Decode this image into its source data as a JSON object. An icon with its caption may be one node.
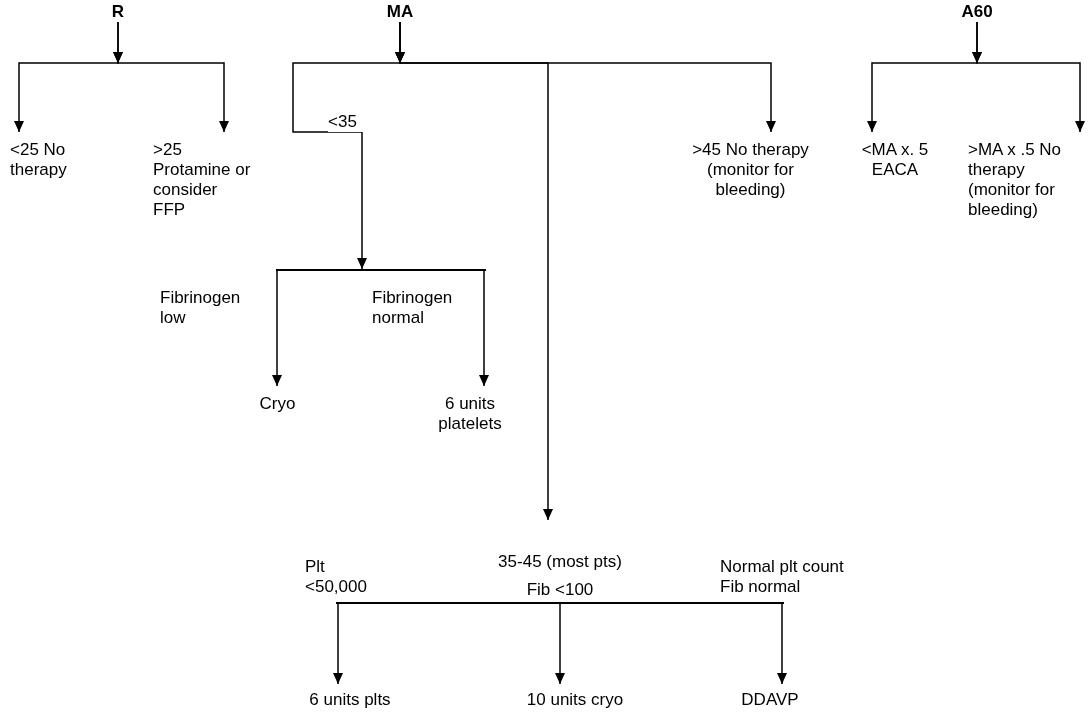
{
  "diagram": {
    "nodes": [
      {
        "text": [
          "R"
        ]
      },
      {
        "text": [
          "MA"
        ]
      },
      {
        "text": [
          "A60"
        ]
      },
      {
        "text": [
          "<25 No therapy"
        ]
      },
      {
        "text": [
          ">25 Protamine or consider FFP"
        ]
      },
      {
        "text": [
          ">45 No therapy (monitor for bleeding)"
        ]
      },
      {
        "text": [
          "<MA x. 5 EACA"
        ]
      },
      {
        "text": [
          ">MA x .5 No therapy (monitor for bleeding)"
        ]
      },
      {
        "text": [],
        "shape": "bar"
      },
      {
        "text": [
          "Cryo"
        ]
      },
      {
        "text": [
          "6 units platelets"
        ]
      },
      {
        "text": [
          "35-45 (most pts)"
        ]
      },
      {
        "text": [],
        "shape": "bar"
      },
      {
        "text": [
          "6 units plts"
        ]
      },
      {
        "text": [
          "10 units cryo"
        ]
      },
      {
        "text": [
          "DDAVP"
        ]
      }
    ],
    "edges": [
      {
        "from": 0,
        "to": 3,
        "arrow": "to"
      },
      {
        "from": 0,
        "to": 4,
        "arrow": "to"
      },
      {
        "from": 1,
        "to": 8,
        "arrow": "to",
        "label": "<35"
      },
      {
        "from": 1,
        "to": 5,
        "arrow": "to"
      },
      {
        "from": 1,
        "to": 11,
        "arrow": "to"
      },
      {
        "from": 2,
        "to": 6,
        "arrow": "to"
      },
      {
        "from": 2,
        "to": 7,
        "arrow": "to"
      },
      {
        "from": 8,
        "to": 9,
        "arrow": "to",
        "label": "Fibrinogen low"
      },
      {
        "from": 8,
        "to": 10,
        "arrow": "to",
        "label": "Fibrinogen normal"
      },
      {
        "from": 12,
        "to": 13,
        "arrow": "to",
        "label": "Plt <50,000"
      },
      {
        "from": 12,
        "to": 14,
        "arrow": "to",
        "label": "Fib <100"
      },
      {
        "from": 12,
        "to": 15,
        "arrow": "to",
        "label": "Normal plt count Fib normal"
      }
    ]
  }
}
